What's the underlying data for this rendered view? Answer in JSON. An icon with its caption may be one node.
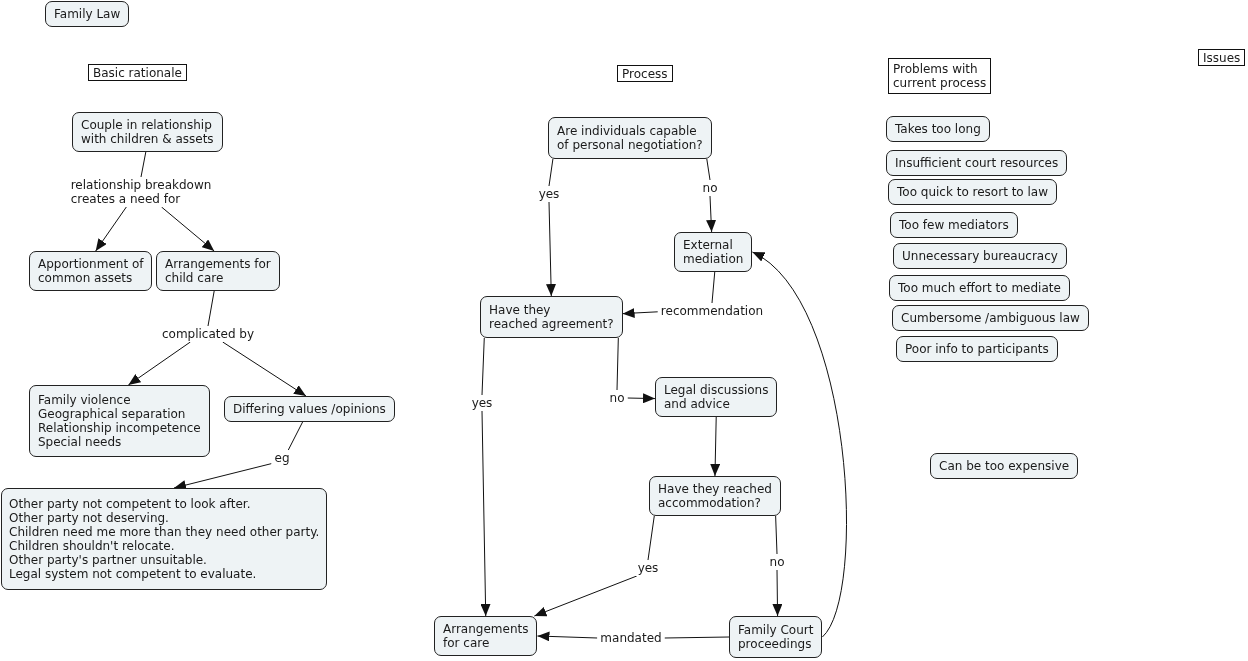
{
  "diagram": {
    "nodes": [
      {
        "text": [
          "Family Law"
        ]
      },
      {
        "text": [
          "Basic rationale"
        ]
      },
      {
        "text": [
          "Couple in relationship with children & assets"
        ]
      },
      {
        "text": [
          "relationship breakdown creates a need for"
        ]
      },
      {
        "text": [
          "Apportionment of common assets"
        ]
      },
      {
        "text": [
          "Arrangements for child care"
        ]
      },
      {
        "text": [
          "complicated by"
        ]
      },
      {
        "text": [
          "Family violence",
          "Geographical separation",
          "Relationship incompetence",
          "Special needs"
        ]
      },
      {
        "text": [
          "Differing values /opinions"
        ]
      },
      {
        "text": [
          "eg"
        ]
      },
      {
        "text": [
          "Other party not competent to look after.",
          "Other party not deserving.",
          "Children need me more than they need other party.",
          "Children shouldn't relocate.",
          "Other party's partner unsuitable.",
          "Legal system not competent to evaluate."
        ]
      },
      {
        "text": [
          "Process"
        ]
      },
      {
        "text": [
          "Are individuals capable of personal negotiation?"
        ]
      },
      {
        "text": [
          "yes"
        ]
      },
      {
        "text": [
          "no"
        ]
      },
      {
        "text": [
          "External mediation"
        ]
      },
      {
        "text": [
          "Have they reached agreement?"
        ]
      },
      {
        "text": [
          "recommendation"
        ]
      },
      {
        "text": [
          "yes"
        ]
      },
      {
        "text": [
          "no"
        ]
      },
      {
        "text": [
          "Legal discussions and advice"
        ]
      },
      {
        "text": [
          "Have they reached accommodation?"
        ]
      },
      {
        "text": [
          "yes"
        ]
      },
      {
        "text": [
          "no"
        ]
      },
      {
        "text": [
          "Arrangements for care"
        ]
      },
      {
        "text": [
          "mandated"
        ]
      },
      {
        "text": [
          "Family Court proceedings"
        ]
      },
      {
        "text": [
          "Problems with current process"
        ]
      },
      {
        "text": [
          "Issues"
        ]
      },
      {
        "text": [
          "Takes too long"
        ]
      },
      {
        "text": [
          "Insufficient court resources"
        ]
      },
      {
        "text": [
          "Too quick to resort to law"
        ]
      },
      {
        "text": [
          "Too few mediators"
        ]
      },
      {
        "text": [
          "Unnecessary bureaucracy"
        ]
      },
      {
        "text": [
          "Too much effort to mediate"
        ]
      },
      {
        "text": [
          "Cumbersome /ambiguous law"
        ]
      },
      {
        "text": [
          "Poor info to participants"
        ]
      },
      {
        "text": [
          "Can be too expensive"
        ]
      }
    ],
    "edges": [
      {
        "from": 2,
        "to": 3,
        "arrow": "none"
      },
      {
        "from": 3,
        "to": 4,
        "arrow": "to"
      },
      {
        "from": 3,
        "to": 5,
        "arrow": "to"
      },
      {
        "from": 5,
        "to": 6,
        "arrow": "none"
      },
      {
        "from": 6,
        "to": 7,
        "arrow": "to"
      },
      {
        "from": 6,
        "to": 8,
        "arrow": "to"
      },
      {
        "from": 8,
        "to": 9,
        "arrow": "none"
      },
      {
        "from": 9,
        "to": 10,
        "arrow": "to"
      },
      {
        "from": 12,
        "to": 13,
        "arrow": "none"
      },
      {
        "from": 13,
        "to": 16,
        "arrow": "to"
      },
      {
        "from": 12,
        "to": 14,
        "arrow": "none"
      },
      {
        "from": 14,
        "to": 15,
        "arrow": "to"
      },
      {
        "from": 15,
        "to": 17,
        "arrow": "none"
      },
      {
        "from": 17,
        "to": 16,
        "arrow": "to"
      },
      {
        "from": 16,
        "to": 18,
        "arrow": "none"
      },
      {
        "from": 18,
        "to": 24,
        "arrow": "to"
      },
      {
        "from": 16,
        "to": 19,
        "arrow": "none"
      },
      {
        "from": 19,
        "to": 20,
        "arrow": "to"
      },
      {
        "from": 20,
        "to": 21,
        "arrow": "to"
      },
      {
        "from": 21,
        "to": 22,
        "arrow": "none"
      },
      {
        "from": 22,
        "to": 24,
        "arrow": "to"
      },
      {
        "from": 21,
        "to": 23,
        "arrow": "none"
      },
      {
        "from": 23,
        "to": 26,
        "arrow": "to"
      },
      {
        "from": 26,
        "to": 25,
        "arrow": "none"
      },
      {
        "from": 25,
        "to": 24,
        "arrow": "to"
      },
      {
        "from": 26,
        "to": 15,
        "arrow": "to"
      }
    ]
  }
}
